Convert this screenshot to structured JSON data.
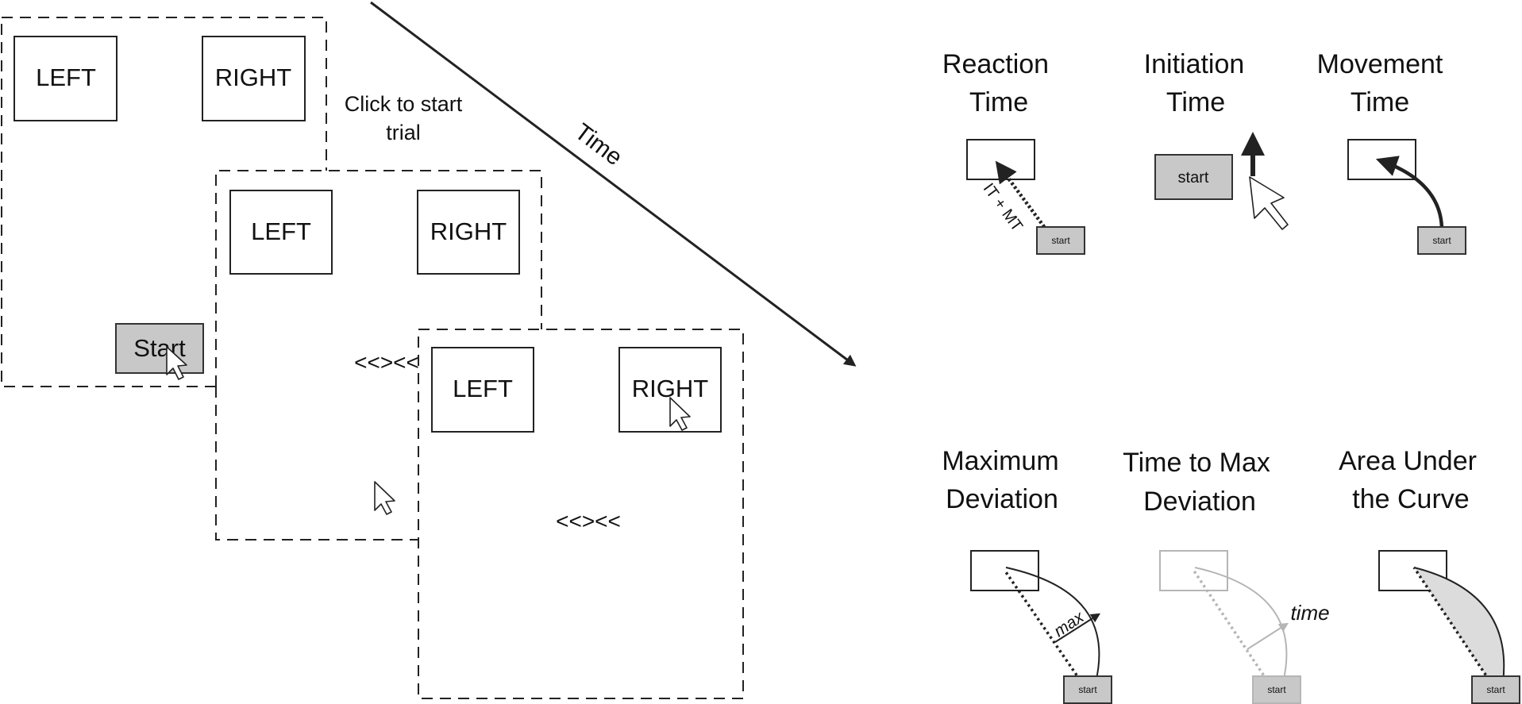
{
  "timeline": {
    "arrow_label": "Time",
    "screens": [
      {
        "left": "LEFT",
        "right": "RIGHT",
        "start_button": "Start",
        "instruction": "Click to start trial"
      },
      {
        "left": "LEFT",
        "right": "RIGHT",
        "cue": "<<><<"
      },
      {
        "left": "LEFT",
        "right": "RIGHT",
        "cue": "<<><<"
      }
    ]
  },
  "measures": [
    {
      "line1": "Reaction",
      "line2": "Time",
      "annotation": "IT + MT",
      "start_label": "start"
    },
    {
      "line1": "Initiation",
      "line2": "Time",
      "start_label": "start"
    },
    {
      "line1": "Movement",
      "line2": "Time",
      "start_label": "start"
    },
    {
      "line1": "Maximum",
      "line2": "Deviation",
      "annotation": "max",
      "start_label": "start"
    },
    {
      "line1": "Time to Max",
      "line2": "Deviation",
      "annotation": "time",
      "start_label": "start"
    },
    {
      "line1": "Area Under",
      "line2": "the Curve",
      "start_label": "start"
    }
  ],
  "colors": {
    "line": "#222222",
    "start_fill": "#c8c8c8",
    "faded": "#b5b5b5",
    "area_fill": "#dcdcdc"
  }
}
